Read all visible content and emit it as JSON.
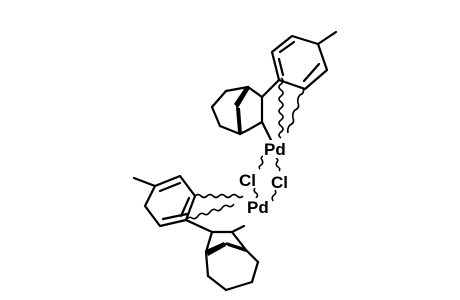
{
  "structure": {
    "atoms": {
      "pd_top": "Pd",
      "pd_bottom": "Pd",
      "cl_left": "Cl",
      "cl_right": "Cl"
    }
  }
}
